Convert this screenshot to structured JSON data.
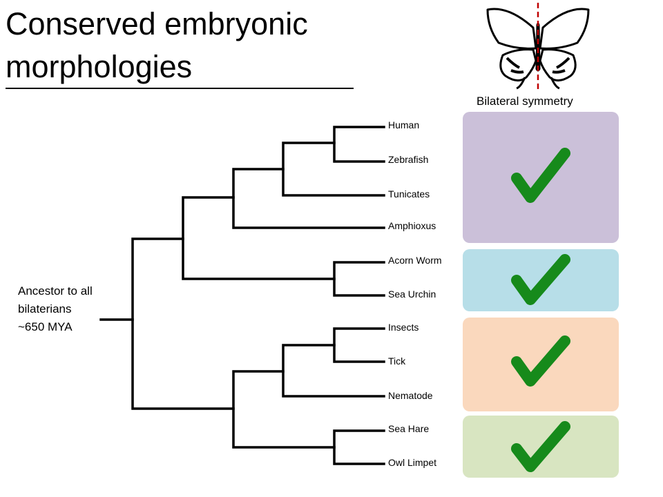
{
  "title": "Conserved embryonic morphologies",
  "ancestor": {
    "line1": "Ancestor to all",
    "line2": "bilaterians",
    "line3": "~650 MYA"
  },
  "symmetry_label": "Bilateral symmetry",
  "taxa": [
    "Human",
    "Zebrafish",
    "Tunicates",
    "Amphioxus",
    "Acorn Worm",
    "Sea Urchin",
    "Insects",
    "Tick",
    "Nematode",
    "Sea Hare",
    "Owl Limpet"
  ],
  "groups": [
    {
      "color": "#cbc0d9",
      "check_color": "#168a1b"
    },
    {
      "color": "#b7dee8",
      "check_color": "#168a1b"
    },
    {
      "color": "#fad8bd",
      "check_color": "#168a1b"
    },
    {
      "color": "#d8e5c1",
      "check_color": "#168a1b"
    }
  ],
  "icons": [
    "butterfly-icon",
    "checkmark-icon"
  ]
}
